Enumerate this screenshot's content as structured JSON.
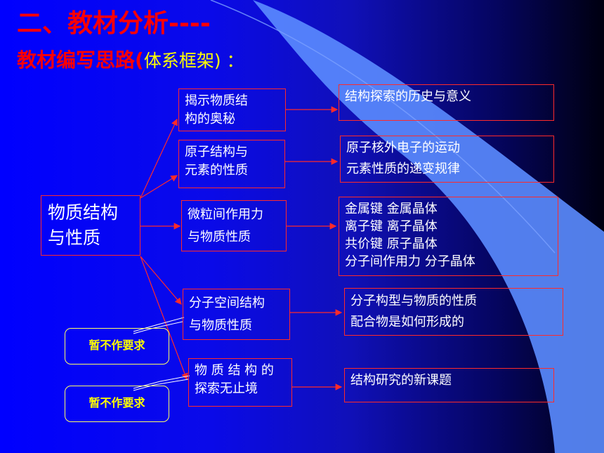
{
  "title": {
    "heading": "二、教材分析----",
    "subheading_prefix": "教材编写思路(",
    "subheading_highlight": "体系框架",
    "subheading_suffix": ")  ："
  },
  "diagram": {
    "root": "物质结构\n与性质",
    "branches": [
      {
        "topic": "揭示物质结\n构的奥秘",
        "content": "结构探索的历史与意义"
      },
      {
        "topic": "原子结构与\n元素的性质",
        "content": "原子核外电子的运动\n元素性质的递变规律"
      },
      {
        "topic": "微粒间作用力\n与物质性质",
        "content": "金属键  金属晶体\n离子键  离子晶体\n共价键  原子晶体\n分子间作用力  分子晶体"
      },
      {
        "topic": "分子空间结构\n与物质性质",
        "content": "分子构型与物质的性质\n配合物是如何形成的"
      },
      {
        "topic": "物 质 结 构 的\n探索无止境",
        "content": "结构研究的新课题"
      }
    ],
    "notes": [
      "暂不作要求",
      "暂不作要求"
    ]
  }
}
